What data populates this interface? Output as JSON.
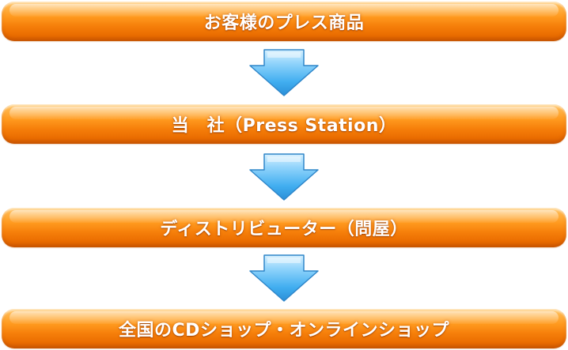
{
  "flow": {
    "steps": [
      {
        "label": "お客様のプレス商品"
      },
      {
        "label": "当　社（Press Station）"
      },
      {
        "label": "ディストリビューター（問屋）"
      },
      {
        "label": "全国のCDショップ・オンラインショップ"
      }
    ],
    "arrow_icon": "down-arrow-icon"
  },
  "colors": {
    "step_orange": "#f67f0a",
    "arrow_blue": "#3fa9ea",
    "label_text": "#ffffff"
  }
}
